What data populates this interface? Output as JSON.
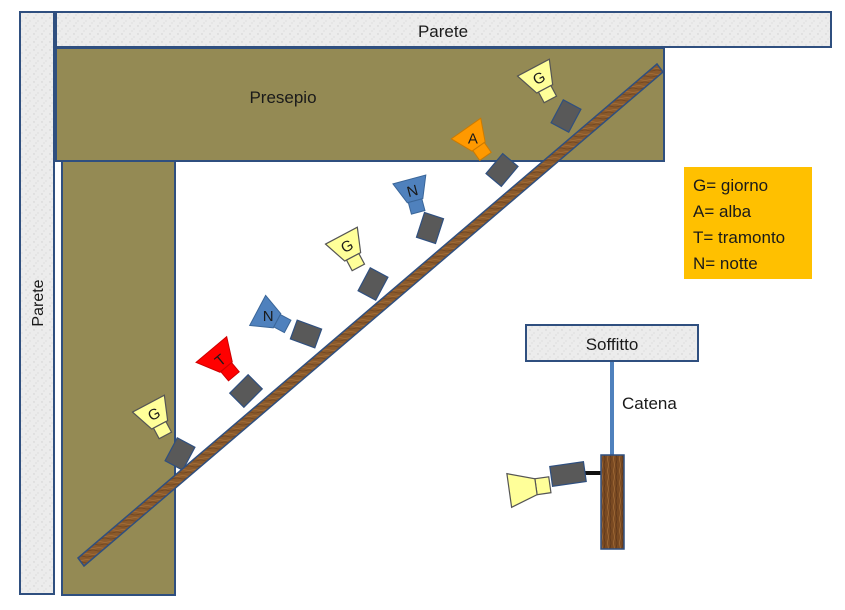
{
  "labels": {
    "wall_top": "Parete",
    "wall_left": "Parete",
    "presepio": "Presepio",
    "ceiling": "Soffitto",
    "chain": "Catena"
  },
  "legend": {
    "line1": "G= giorno",
    "line2": "A= alba",
    "line3": "T= tramonto",
    "line4": "N= notte"
  },
  "lights": [
    {
      "letter": "G",
      "kind": "giorno"
    },
    {
      "letter": "T",
      "kind": "tramonto"
    },
    {
      "letter": "N",
      "kind": "notte"
    },
    {
      "letter": "G",
      "kind": "giorno"
    },
    {
      "letter": "N",
      "kind": "notte"
    },
    {
      "letter": "A",
      "kind": "alba"
    },
    {
      "letter": "G",
      "kind": "giorno"
    }
  ],
  "colors": {
    "presepio": "#948a54",
    "outline": "#2f4f7f",
    "giorno": "#ffff99",
    "alba": "#ff9900",
    "tramonto": "#ff0000",
    "notte": "#4f81bd",
    "legend_bg": "#ffc000",
    "mount": "#595959",
    "rod": "#8b5a2b"
  }
}
